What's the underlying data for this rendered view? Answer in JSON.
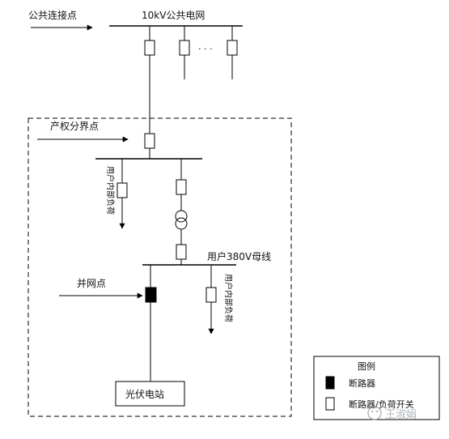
{
  "diagram": {
    "labels": {
      "public_connection_point": "公共连接点",
      "public_grid": "10kV公共电网",
      "ellipsis": "· · ·",
      "property_boundary": "产权分界点",
      "user_internal_load_1": "用户内部负荷",
      "user_internal_load_2": "用户内部负荷",
      "user_bus": "用户380V母线",
      "grid_connection_point": "并网点",
      "pv_station": "光伏电站"
    },
    "legend": {
      "title": "图例",
      "breaker_label": "断路器",
      "switch_label": "断路器/负荷开关"
    },
    "watermark": "王淑娟"
  }
}
